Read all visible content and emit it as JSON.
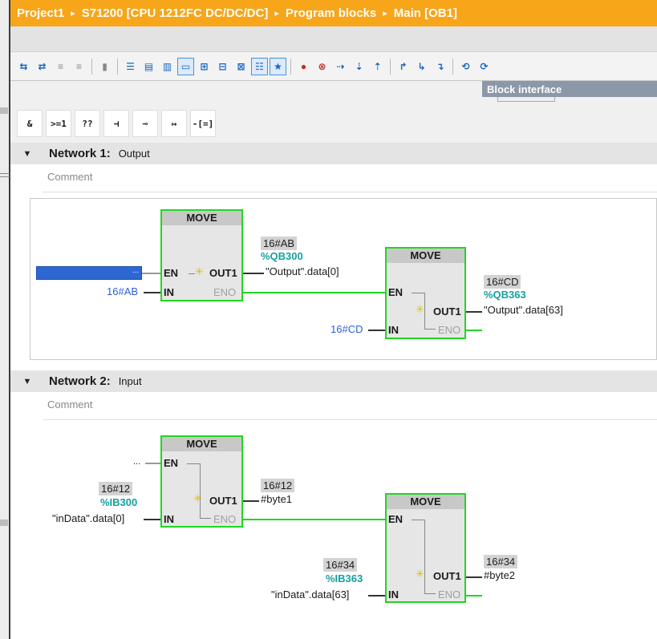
{
  "breadcrumb": {
    "items": [
      "Project1",
      "S71200 [CPU 1212FC DC/DC/DC]",
      "Program blocks",
      "Main [OB1]"
    ],
    "separator": "▸"
  },
  "panel": {
    "block_interface": "Block interface"
  },
  "instructions": [
    "&",
    ">=1",
    "??",
    "⊣",
    "⊸",
    "↦",
    "-[=]"
  ],
  "comment_placeholder": "Comment",
  "networks": [
    {
      "title": "Network 1:",
      "name": "Output",
      "boxes": [
        {
          "type": "MOVE",
          "en": "EN",
          "in": "IN",
          "out": "OUT1",
          "eno": "ENO",
          "in_value": "16#AB",
          "en_input": "...",
          "out_value": "16#AB",
          "out_address": "%QB300",
          "out_tag": "\"Output\".data[0]"
        },
        {
          "type": "MOVE",
          "en": "EN",
          "in": "IN",
          "out": "OUT1",
          "eno": "ENO",
          "in_value": "16#CD",
          "out_value": "16#CD",
          "out_address": "%QB363",
          "out_tag": "\"Output\".data[63]"
        }
      ]
    },
    {
      "title": "Network 2:",
      "name": "Input",
      "boxes": [
        {
          "type": "MOVE",
          "en": "EN",
          "in": "IN",
          "out": "OUT1",
          "eno": "ENO",
          "en_input": "...",
          "in_value": "16#12",
          "in_address": "%IB300",
          "in_tag": "\"inData\".data[0]",
          "out_value": "16#12",
          "out_tag": "#byte1"
        },
        {
          "type": "MOVE",
          "en": "EN",
          "in": "IN",
          "out": "OUT1",
          "eno": "ENO",
          "in_value": "16#34",
          "in_address": "%IB363",
          "in_tag": "\"inData\".data[63]",
          "out_value": "16#34",
          "out_tag": "#byte2"
        }
      ]
    }
  ],
  "colors": {
    "title_bar": "#f7a519",
    "box_border": "#22d622",
    "address": "#14a0a0",
    "constant": "#2e5fd8"
  }
}
